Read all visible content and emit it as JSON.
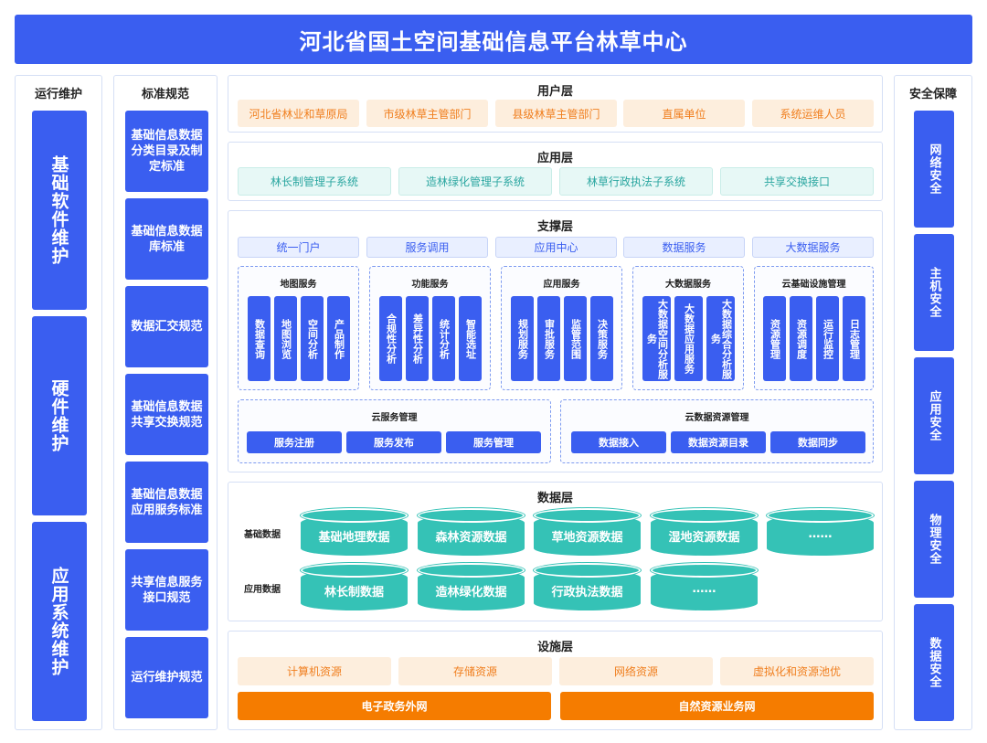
{
  "title": "河北省国土空间基础信息平台林草中心",
  "ops": {
    "header": "运行维护",
    "items": [
      "基础软件维护",
      "硬件维护",
      "应用系统维护"
    ]
  },
  "standards": {
    "header": "标准规范",
    "items": [
      "基础信息数据分类目录及制定标准",
      "基础信息数据库标准",
      "数据汇交规范",
      "基础信息数据共享交换规范",
      "基础信息数据应用服务标准",
      "共享信息服务接口规范",
      "运行维护规范"
    ]
  },
  "security": {
    "header": "安全保障",
    "items": [
      "网络安全",
      "主机安全",
      "应用安全",
      "物理安全",
      "数据安全"
    ]
  },
  "user_layer": {
    "title": "用户层",
    "items": [
      "河北省林业和草原局",
      "市级林草主管部门",
      "县级林草主管部门",
      "直属单位",
      "系统运维人员"
    ]
  },
  "app_layer": {
    "title": "应用层",
    "items": [
      "林长制管理子系统",
      "造林绿化管理子系统",
      "林草行政执法子系统",
      "共享交换接口"
    ]
  },
  "support_layer": {
    "title": "支撑层",
    "tabs": [
      "统一门户",
      "服务调用",
      "应用中心",
      "数据服务",
      "大数据服务"
    ],
    "groups": [
      {
        "title": "地图服务",
        "items": [
          "数据查询",
          "地图浏览",
          "空间分析",
          "产品制作"
        ]
      },
      {
        "title": "功能服务",
        "items": [
          "合规性分析",
          "差异性分析",
          "统计分析",
          "智能选址"
        ]
      },
      {
        "title": "应用服务",
        "items": [
          "规划服务",
          "审批服务",
          "监管范围",
          "决策服务"
        ]
      },
      {
        "title": "大数据服务",
        "items": [
          "大数据空间分析服务",
          "大数据应用服务",
          "大数据综合分析服务"
        ]
      },
      {
        "title": "云基础设施管理",
        "items": [
          "资源管理",
          "资源调度",
          "运行监控",
          "日志管理"
        ]
      }
    ],
    "cloud_service": {
      "title": "云服务管理",
      "items": [
        "服务注册",
        "服务发布",
        "服务管理"
      ]
    },
    "cloud_data": {
      "title": "云数据资源管理",
      "items": [
        "数据接入",
        "数据资源目录",
        "数据同步"
      ]
    }
  },
  "data_layer": {
    "title": "数据层",
    "basic_label": "基础数据",
    "basic": [
      "基础地理数据",
      "森林资源数据",
      "草地资源数据",
      "湿地资源数据",
      "……"
    ],
    "app_label": "应用数据",
    "app": [
      "林长制数据",
      "造林绿化数据",
      "行政执法数据",
      "……"
    ]
  },
  "infra_layer": {
    "title": "设施层",
    "items": [
      "计算机资源",
      "存储资源",
      "网络资源",
      "虚拟化和资源池优"
    ],
    "networks": [
      "电子政务外网",
      "自然资源业务网"
    ]
  }
}
